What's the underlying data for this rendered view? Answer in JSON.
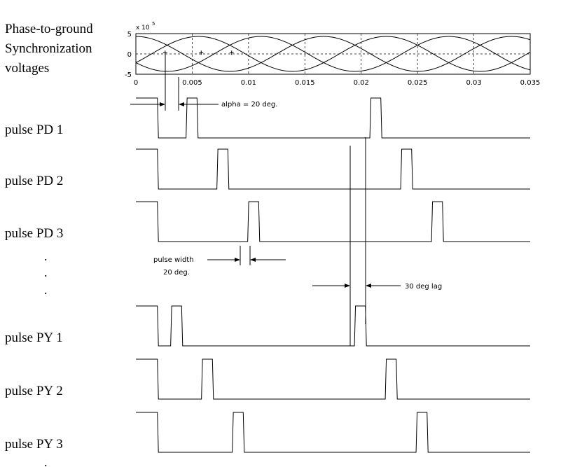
{
  "header": {
    "title_line1": "Phase-to-ground",
    "title_line2": "Synchronization",
    "title_line3": "voltages"
  },
  "sync_plot": {
    "multiplier_base": "x 10",
    "multiplier_exp": "5",
    "y_ticks": [
      "5",
      "0",
      "-5"
    ],
    "x_ticks": [
      "0",
      "0.005",
      "0.01",
      "0.015",
      "0.02",
      "0.025",
      "0.03",
      "0.035"
    ],
    "xlim": [
      0,
      0.035
    ],
    "ylim": [
      -5,
      5
    ],
    "amplitude": 4.3,
    "frequency_hz": 60,
    "phase_shifts_deg": [
      0,
      120,
      240
    ],
    "grid": "dashed"
  },
  "annotations": {
    "alpha": "alpha = 20 deg.",
    "pulse_width_line1": "pulse width",
    "pulse_width_line2": "20 deg.",
    "lag": "30 deg lag",
    "dot": "."
  },
  "pulses": [
    {
      "label": "pulse PD 1",
      "high_intervals": [
        [
          0,
          0.001
        ],
        [
          0.0037,
          0.0046
        ],
        [
          0.0204,
          0.0213
        ]
      ]
    },
    {
      "label": "pulse PD 2",
      "high_intervals": [
        [
          0,
          0.001
        ],
        [
          0.0065,
          0.0074
        ],
        [
          0.0232,
          0.0241
        ]
      ]
    },
    {
      "label": "pulse PD 3",
      "high_intervals": [
        [
          0,
          0.001
        ],
        [
          0.0093,
          0.0102
        ],
        [
          0.026,
          0.0269
        ]
      ]
    },
    {
      "label": "pulse PY 1",
      "high_intervals": [
        [
          0,
          0.001
        ],
        [
          0.0023,
          0.0032
        ],
        [
          0.019,
          0.0199
        ]
      ]
    },
    {
      "label": "pulse PY 2",
      "high_intervals": [
        [
          0,
          0.001
        ],
        [
          0.0051,
          0.006
        ],
        [
          0.0218,
          0.0227
        ]
      ]
    },
    {
      "label": "pulse PY 3",
      "high_intervals": [
        [
          0,
          0.001
        ],
        [
          0.0079,
          0.0088
        ],
        [
          0.0246,
          0.0255
        ]
      ]
    }
  ]
}
